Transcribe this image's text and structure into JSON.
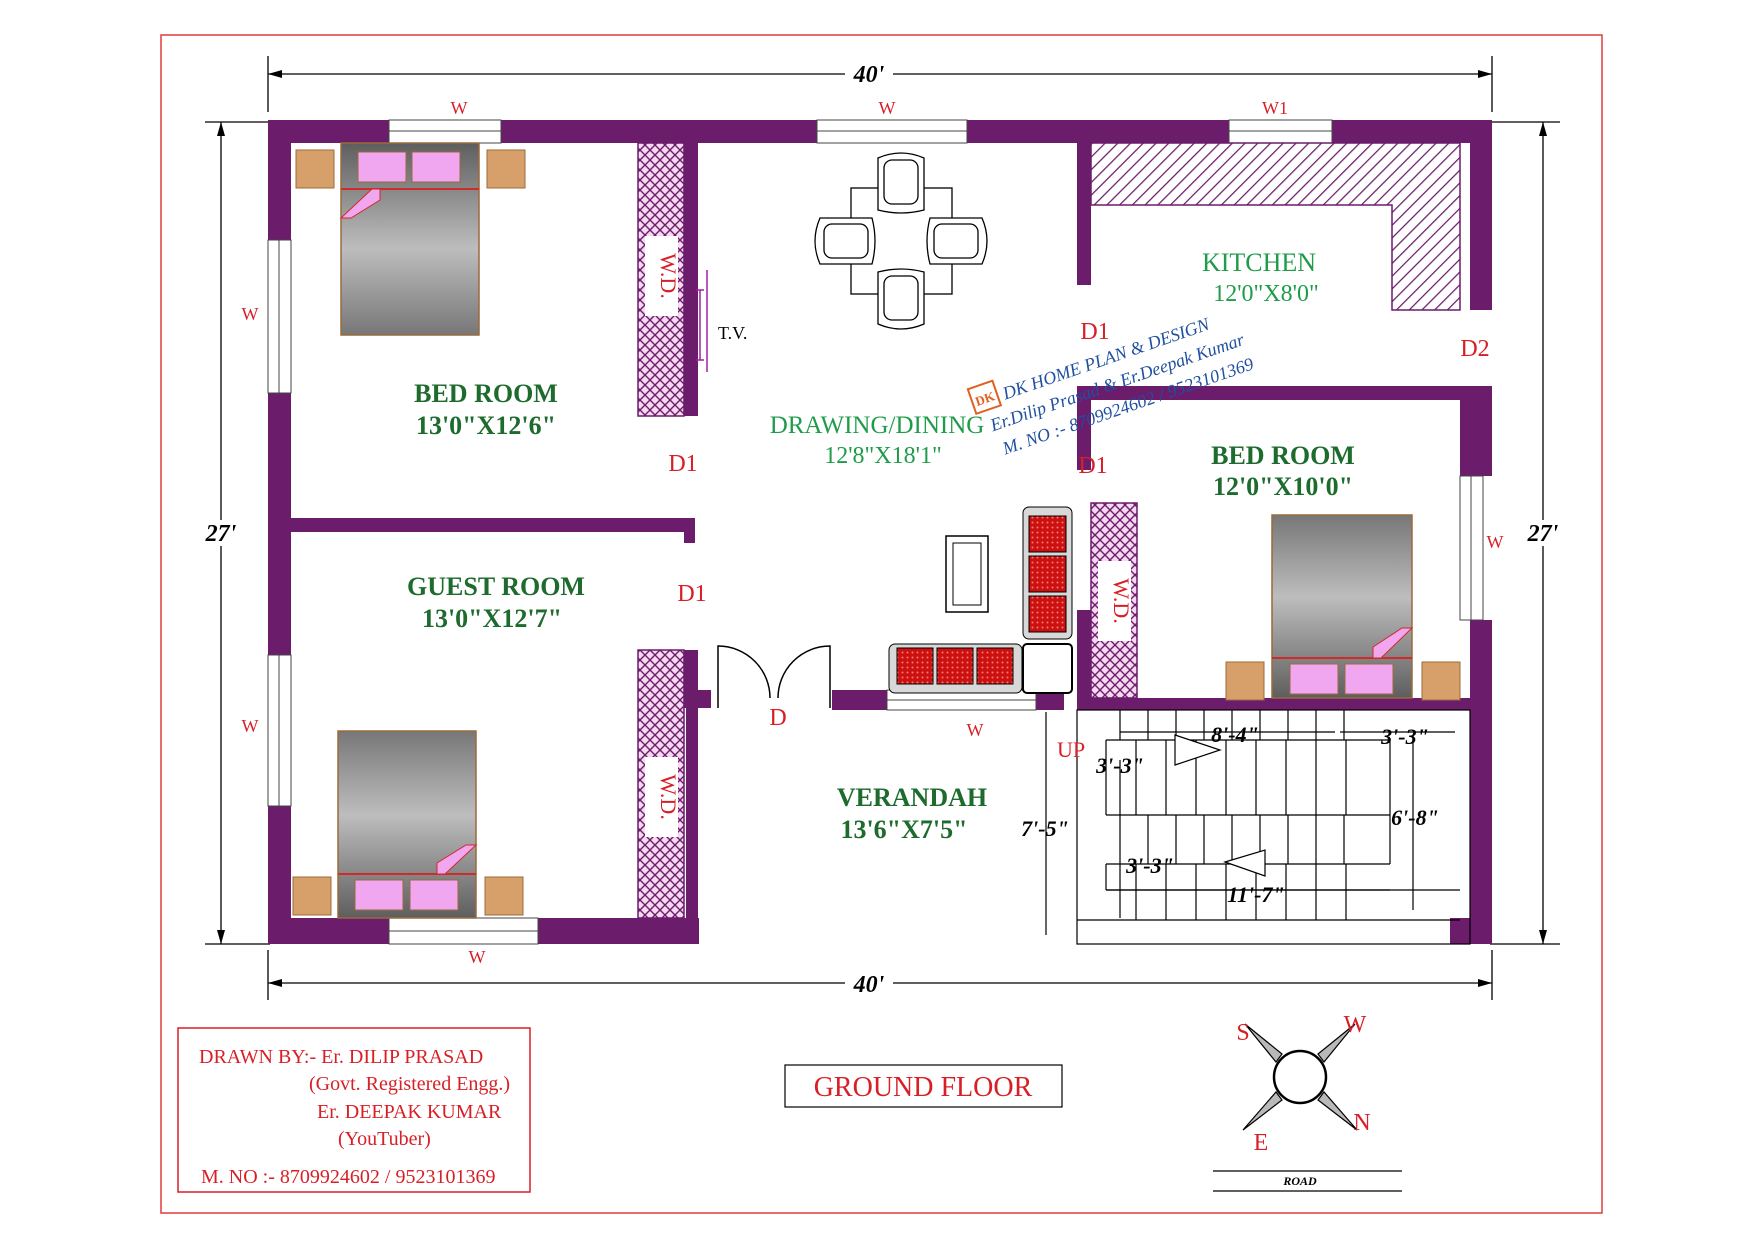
{
  "colors": {
    "wall": "#6b1c6b",
    "border": "#e23b3b",
    "label_red": "#d81f26",
    "label_green_bold": "#1e6b2e",
    "label_green": "#1f9c4a",
    "bed_pink": "#f1a7f0",
    "side_table": "#d7a06b",
    "sofa_red": "#cc1111",
    "watermark_blue": "#1f4fa0"
  },
  "dimensions": {
    "top_width": "40'",
    "bottom_width": "40'",
    "left_height": "27'",
    "right_height": "27'",
    "verandah_height": "7'-5\"",
    "stair_top_run": "8'-4\"",
    "stair_top_right": "3'-3\"",
    "stair_left_top": "3'-3\"",
    "stair_right_height": "6'-8\"",
    "stair_left_bottom": "3'-3\"",
    "stair_total": "11'-7\""
  },
  "rooms": {
    "bed1": {
      "name": "BED ROOM",
      "size": "13'0\"X12'6\""
    },
    "guest": {
      "name": "GUEST ROOM",
      "size": "13'0\"X12'7\""
    },
    "drawing": {
      "name": "DRAWING/DINING",
      "size": "12'8\"X18'1\""
    },
    "kitchen": {
      "name": "KITCHEN",
      "size": "12'0\"X8'0\""
    },
    "bed2": {
      "name": "BED ROOM",
      "size": "12'0\"X10'0\""
    },
    "verandah": {
      "name": "VERANDAH",
      "size": "13'6\"X7'5\""
    }
  },
  "openings": {
    "w_top_left": "W",
    "w_top_mid": "W",
    "w_top_right": "W1",
    "w_left_upper": "W",
    "w_left_lower": "W",
    "w_right": "W",
    "w_bottom": "W",
    "w_verandah": "W",
    "d1_bed1": "D1",
    "d1_guest": "D1",
    "d1_kitchen": "D1",
    "d1_bed2": "D1",
    "d2": "D2",
    "d_main": "D",
    "up": "UP"
  },
  "fixtures": {
    "wd": "W.D.",
    "tv": "T.V."
  },
  "watermark": {
    "line1": "DK HOME PLAN & DESIGN",
    "line2": "Er.Dilip Prasad & Er.Deepak Kumar",
    "line3": "M. NO :- 8709924602 / 9523101369",
    "logo": "DK"
  },
  "credits": {
    "line1": "DRAWN BY:-  Er. DILIP PRASAD",
    "line2": "(Govt. Registered Engg.)",
    "line3": "Er. DEEPAK KUMAR",
    "line4": "(YouTuber)",
    "line5": "M. NO :- 8709924602 / 9523101369"
  },
  "floor_title": "GROUND FLOOR",
  "compass": {
    "s": "S",
    "w": "W",
    "n": "N",
    "e": "E"
  },
  "road_label": "ROAD"
}
